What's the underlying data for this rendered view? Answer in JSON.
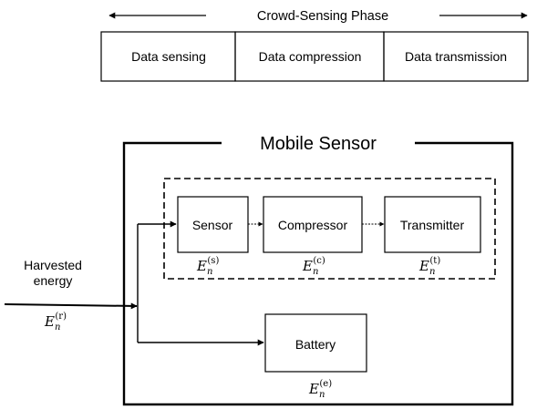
{
  "phase": {
    "title": "Crowd-Sensing Phase",
    "steps": [
      "Data sensing",
      "Data compression",
      "Data transmission"
    ]
  },
  "sensor": {
    "title": "Mobile Sensor",
    "modules": [
      {
        "label": "Sensor",
        "energy_base": "E",
        "energy_sub": "n",
        "energy_sup": "(s)"
      },
      {
        "label": "Compressor",
        "energy_base": "E",
        "energy_sub": "n",
        "energy_sup": "(c)"
      },
      {
        "label": "Transmitter",
        "energy_base": "E",
        "energy_sub": "n",
        "energy_sup": "(t)"
      }
    ],
    "battery": {
      "label": "Battery",
      "energy_base": "E",
      "energy_sub": "n",
      "energy_sup": "(e)"
    }
  },
  "input": {
    "label_line1": "Harvested",
    "label_line2": "energy",
    "energy_base": "E",
    "energy_sub": "n",
    "energy_sup": "(r)"
  }
}
